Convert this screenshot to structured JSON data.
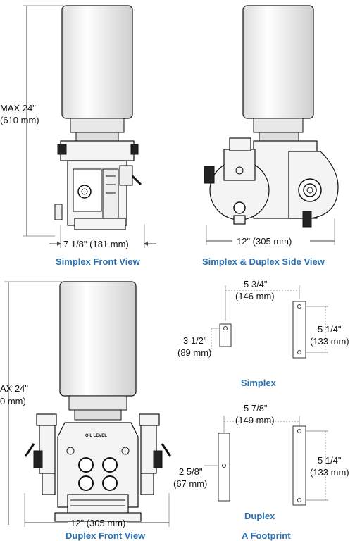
{
  "simplex_front": {
    "height_line1": "MAX 24\"",
    "height_line2": "(610 mm)",
    "width": "7 1/8\" (181 mm)",
    "caption": "Simplex Front View"
  },
  "side_view": {
    "width": "12\" (305 mm)",
    "caption": "Simplex & Duplex Side View"
  },
  "duplex_front": {
    "height_line1": "AX 24\"",
    "height_line2": "0 mm)",
    "width": "12\" (305 mm)",
    "caption": "Duplex Front View",
    "oil_label": "OIL LEVEL"
  },
  "footprint_simplex": {
    "top_line1": "5 3/4\"",
    "top_line2": "(146 mm)",
    "left_line1": "3 1/2\"",
    "left_line2": "(89 mm)",
    "right_line1": "5 1/4\"",
    "right_line2": "(133 mm)",
    "label": "Simplex"
  },
  "footprint_duplex": {
    "top_line1": "5 7/8\"",
    "top_line2": "(149 mm)",
    "left_line1": "2 5/8\"",
    "left_line2": "(67 mm)",
    "right_line1": "5 1/4\"",
    "right_line2": "(133 mm)",
    "label": "Duplex"
  },
  "footprint_caption": "A Footprint"
}
